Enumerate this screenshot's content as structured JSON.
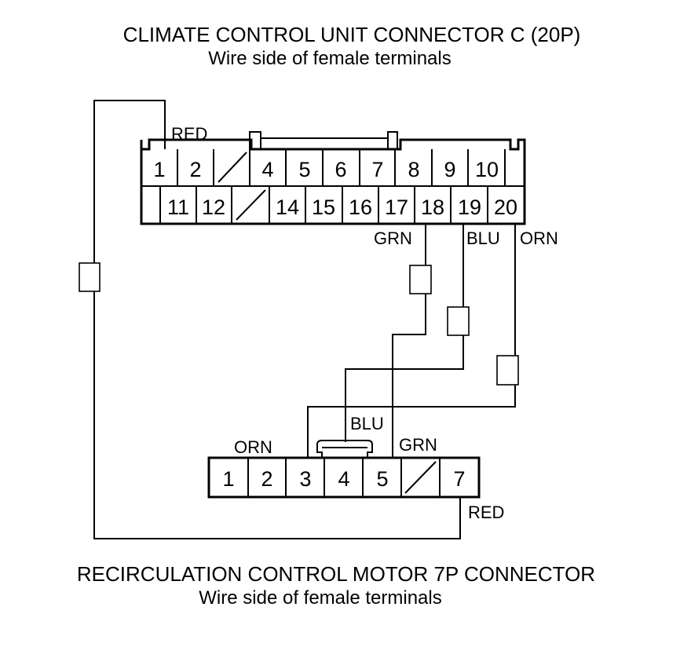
{
  "top_connector": {
    "title": "CLIMATE CONTROL UNIT CONNECTOR C (20P)",
    "subtitle": "Wire side of female terminals",
    "row1": [
      "1",
      "2",
      "",
      "4",
      "5",
      "6",
      "7",
      "8",
      "9",
      "10"
    ],
    "row2": [
      "11",
      "12",
      "",
      "14",
      "15",
      "16",
      "17",
      "18",
      "19",
      "20"
    ]
  },
  "bottom_connector": {
    "title": "RECIRCULATION CONTROL MOTOR 7P CONNECTOR",
    "subtitle": "Wire side of female terminals",
    "pins": [
      "1",
      "2",
      "3",
      "4",
      "5",
      "",
      "7"
    ]
  },
  "wire_labels": {
    "top_red": "RED",
    "top_grn": "GRN",
    "top_blu": "BLU",
    "top_orn": "ORN",
    "bottom_orn": "ORN",
    "bottom_blu": "BLU",
    "bottom_grn": "GRN",
    "bottom_red": "RED"
  }
}
